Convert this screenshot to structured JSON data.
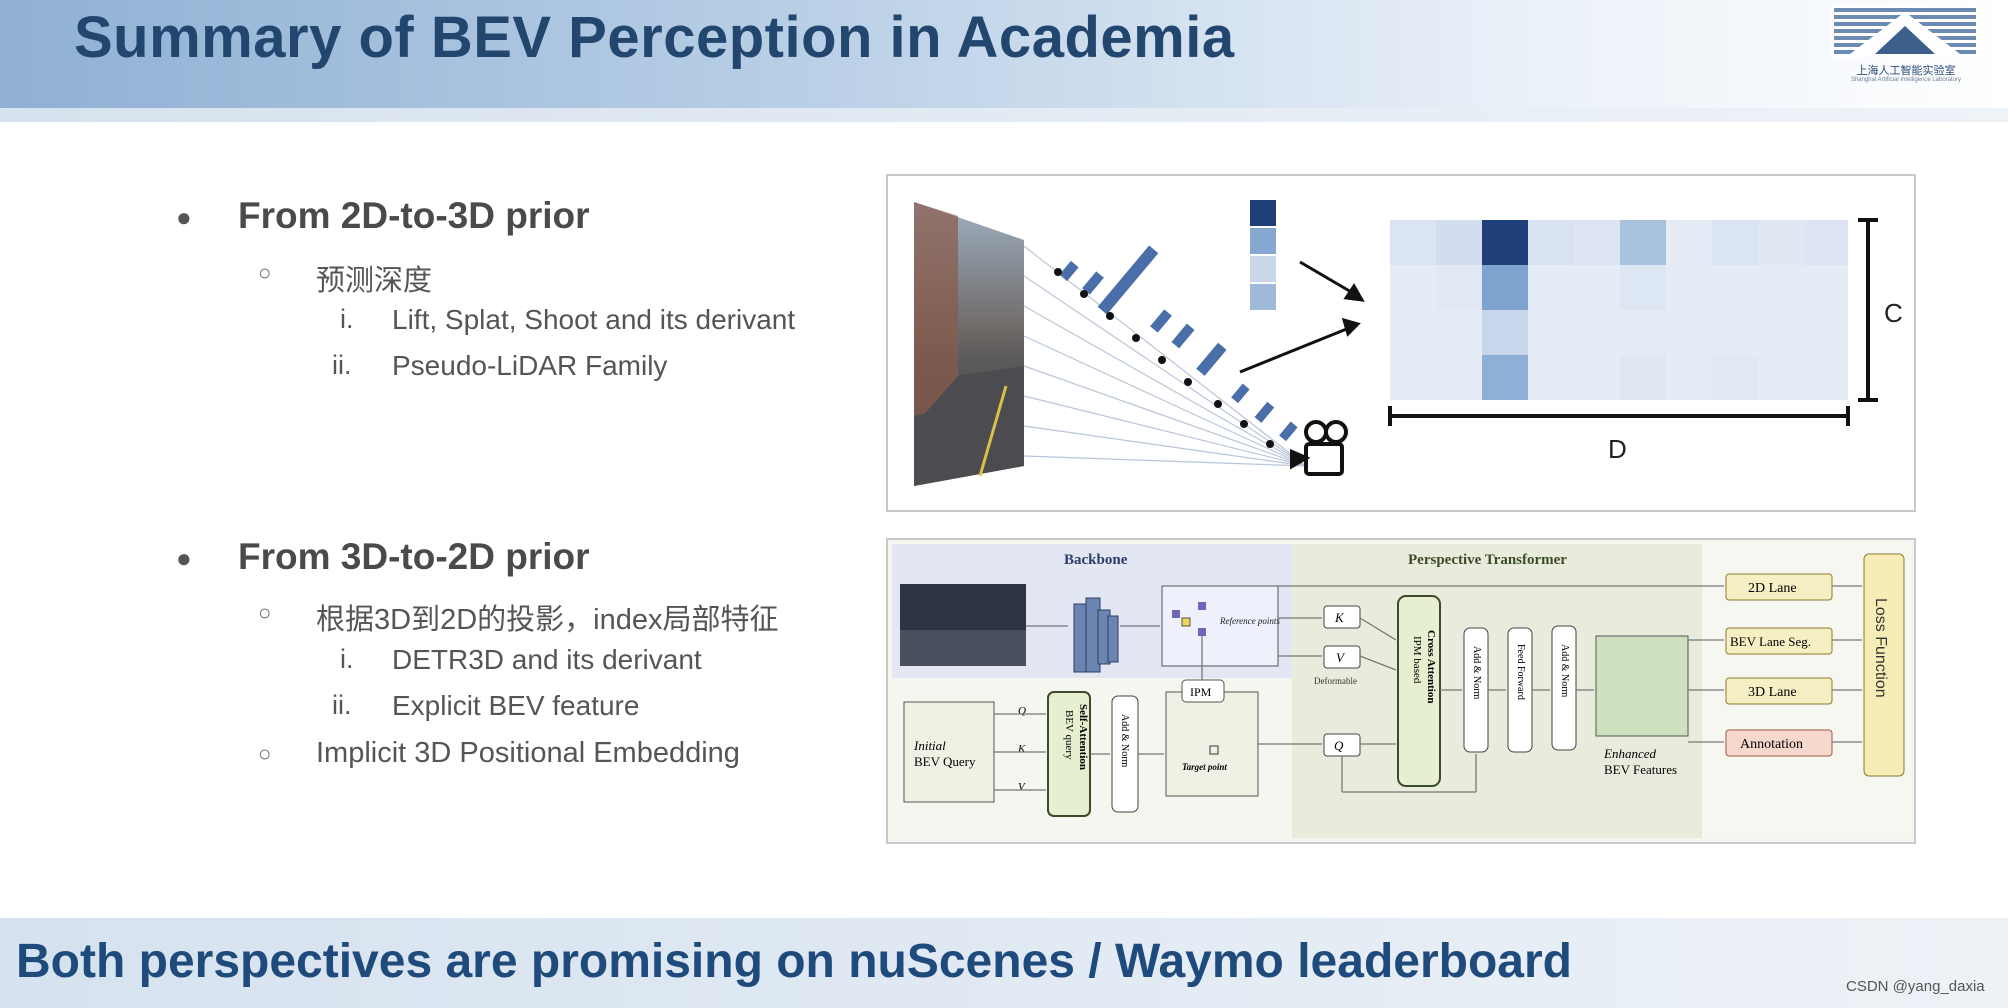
{
  "slide": {
    "title": "Summary of BEV Perception in Academia",
    "logo_text": "上海人工智能实验室",
    "logo_subtext": "Shanghai Artificial Intelligence Laboratory"
  },
  "bullets": {
    "section1": {
      "heading": "From 2D-to-3D prior",
      "sub": "预测深度",
      "items": [
        {
          "num": "i.",
          "text": "Lift, Splat, Shoot and its derivant"
        },
        {
          "num": "ii.",
          "text": "Pseudo-LiDAR Family"
        }
      ]
    },
    "section2": {
      "heading": "From 3D-to-2D prior",
      "sub": "根据3D到2D的投影，index局部特征",
      "items": [
        {
          "num": "i.",
          "text": "DETR3D and its derivant"
        },
        {
          "num": "ii.",
          "text": "Explicit BEV feature"
        }
      ],
      "sub2": "Implicit 3D Positional Embedding"
    }
  },
  "figure1": {
    "label_c": "C",
    "label_d": "D"
  },
  "figure2": {
    "backbone": "Backbone",
    "perspective_transformer": "Perspective Transformer",
    "reference_points": "Reference points",
    "k": "K",
    "v": "V",
    "q": "Q",
    "deformable": "Deformable",
    "ipm": "IPM",
    "target_point": "Target point",
    "initial_query_line1": "Initial",
    "initial_query_line2": "BEV Query",
    "q_small": "Q",
    "k_small": "K",
    "v_small": "V",
    "self_attention_line1": "BEV query",
    "self_attention_line2": "Self-Attention",
    "add_norm": "Add & Norm",
    "cross_attention_line1": "IPM based",
    "cross_attention_line2": "Cross Attention",
    "feed_forward": "Feed Forward",
    "enhanced_line1": "Enhanced",
    "enhanced_line2": "BEV Features",
    "out_2d_lane": "2D Lane",
    "out_bev_seg": "BEV Lane Seg.",
    "out_3d_lane": "3D Lane",
    "out_annotation": "Annotation",
    "loss_function": "Loss Function"
  },
  "footer": {
    "text": "Both perspectives are promising on nuScenes / Waymo leaderboard",
    "watermark": "CSDN @yang_daxia"
  },
  "colors": {
    "title": "#22466e",
    "footer_text": "#1f4a7c",
    "heat_dark": "#1f3f78",
    "heat_light": "#dde5f2"
  },
  "icons": [
    "camera-icon",
    "bullet-dot-icon",
    "bullet-circle-icon"
  ]
}
